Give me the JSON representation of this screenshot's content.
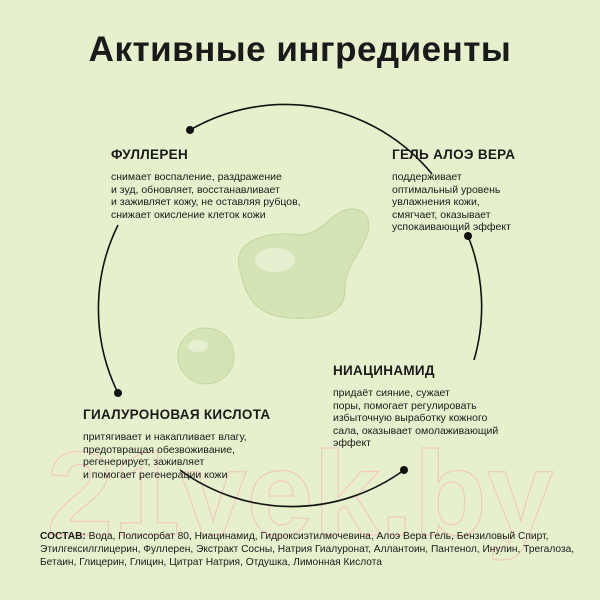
{
  "title": "Активные ингредиенты",
  "ingredients": [
    {
      "name": "ФУЛЛЕРЕН",
      "text": "снимает воспаление, раздражение\nи зуд, обновляет, восстанавливает\nи заживляет кожу, не оставляя рубцов,\nснижает окисление клеток кожи"
    },
    {
      "name": "ГЕЛЬ АЛОЭ ВЕРА",
      "text": "поддерживает\nоптимальный уровень\nувлажнения кожи,\nсмягчает, оказывает\nуспокаивающий эффект"
    },
    {
      "name": "НИАЦИНАМИД",
      "text": "придаёт сияние, сужает\nпоры, помогает регулировать\nизбыточную выработку кожного\nсала, оказывает омолаживающий\nэффект"
    },
    {
      "name": "ГИАЛУРОНОВАЯ КИСЛОТА",
      "text": "притягивает и накапливает влагу,\nпредотвращая обезвоживание,\nрегенерирует, заживляет\nи помогает регенерации кожи"
    }
  ],
  "composition": {
    "label": "СОСТАВ:",
    "text": " Вода, Полисорбат 80, Ниацинамид, Гидроксиэтилмочевина, Алоэ Вера Гель, Бензиловый Спирт, Этилгексилглицерин, Фуллерен, Экстракт Сосны, Натрия Гиалуронат, Аллантоин, Пантенол, Инулин, Трегалоза, Бетаин, Глицерин, Глицин, Цитрат Натрия, Отдушка, Лимонная Кислота"
  },
  "watermark": "21vek.by",
  "colors": {
    "background": "#e7f0cd",
    "droplet": "#d3e3b4"
  }
}
